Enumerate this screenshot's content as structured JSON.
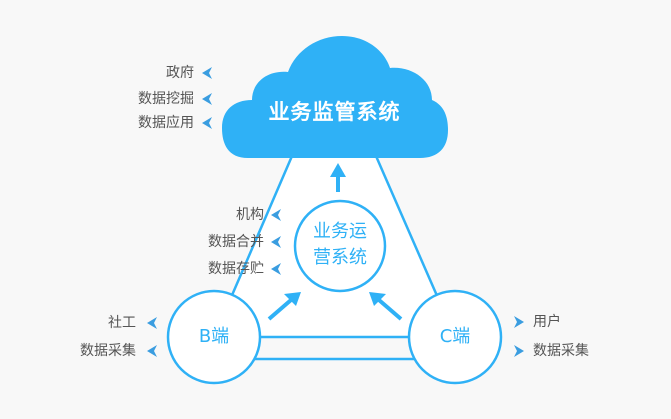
{
  "colors": {
    "accent": "#2fb1f6",
    "arrow_small": "#3a9de0",
    "text": "#555555",
    "background": "#f8f8f8",
    "triangle_fill": "#ffffff"
  },
  "cloud": {
    "title": "业务监管系统",
    "labels": [
      "政府",
      "数据挖掘",
      "数据应用"
    ]
  },
  "center_node": {
    "line1": "业务运",
    "line2": "营系统",
    "labels": [
      "机构",
      "数据合并",
      "数据存贮"
    ]
  },
  "b_node": {
    "title": "B端",
    "labels": [
      "社工",
      "数据采集"
    ]
  },
  "c_node": {
    "title": "C端",
    "labels": [
      "用户",
      "数据采集"
    ]
  }
}
